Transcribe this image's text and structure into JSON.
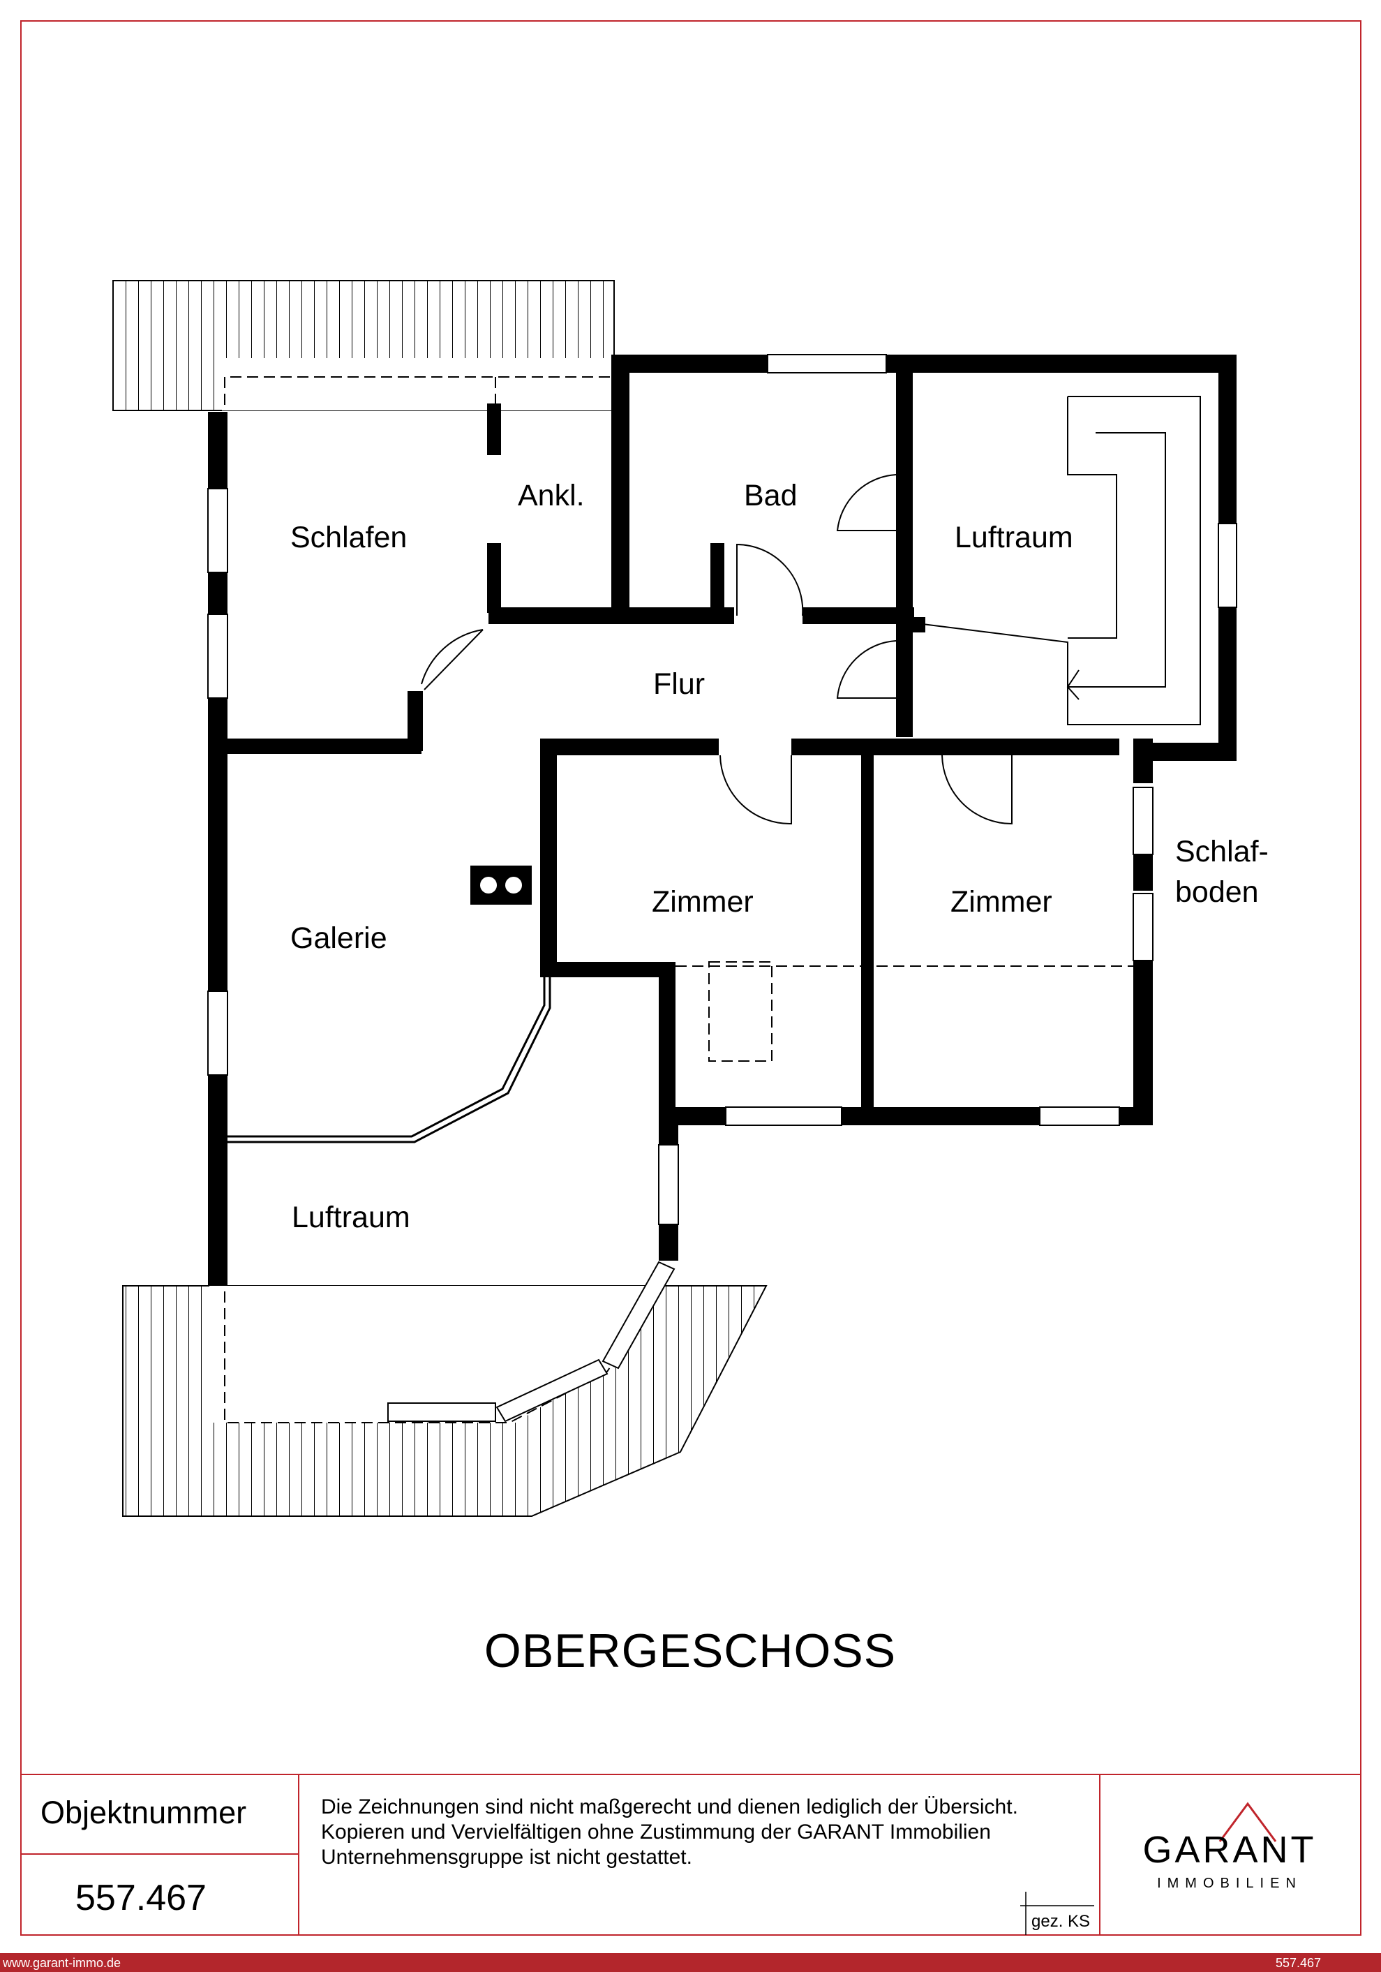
{
  "plan": {
    "title": "OBERGESCHOSS",
    "rooms": {
      "schlafen": "Schlafen",
      "ankl": "Ankl.",
      "bad": "Bad",
      "luftraum_top": "Luftraum",
      "flur": "Flur",
      "zimmer_left": "Zimmer",
      "zimmer_right": "Zimmer",
      "schlafboden_1": "Schlaf-",
      "schlafboden_2": "boden",
      "galerie": "Galerie",
      "luftraum_bottom": "Luftraum"
    }
  },
  "info": {
    "objekt_label": "Objektnummer",
    "objekt_number": "557.467",
    "disclaimer_1": "Die Zeichnungen sind nicht maßgerecht und dienen lediglich der Übersicht.",
    "disclaimer_2": "Kopieren und Vervielfältigen ohne Zustimmung der GARANT Immobilien",
    "disclaimer_3": "Unternehmensgruppe ist nicht gestattet.",
    "signed": "gez. KS",
    "logo_main": "GARANT",
    "logo_sub": "IMMOBILIEN"
  },
  "footer": {
    "website": "www.garant-immo.de",
    "number": "557.467"
  },
  "colors": {
    "frame_red": "#c0242b",
    "footer_red": "#b3262c",
    "wall": "#000000"
  }
}
